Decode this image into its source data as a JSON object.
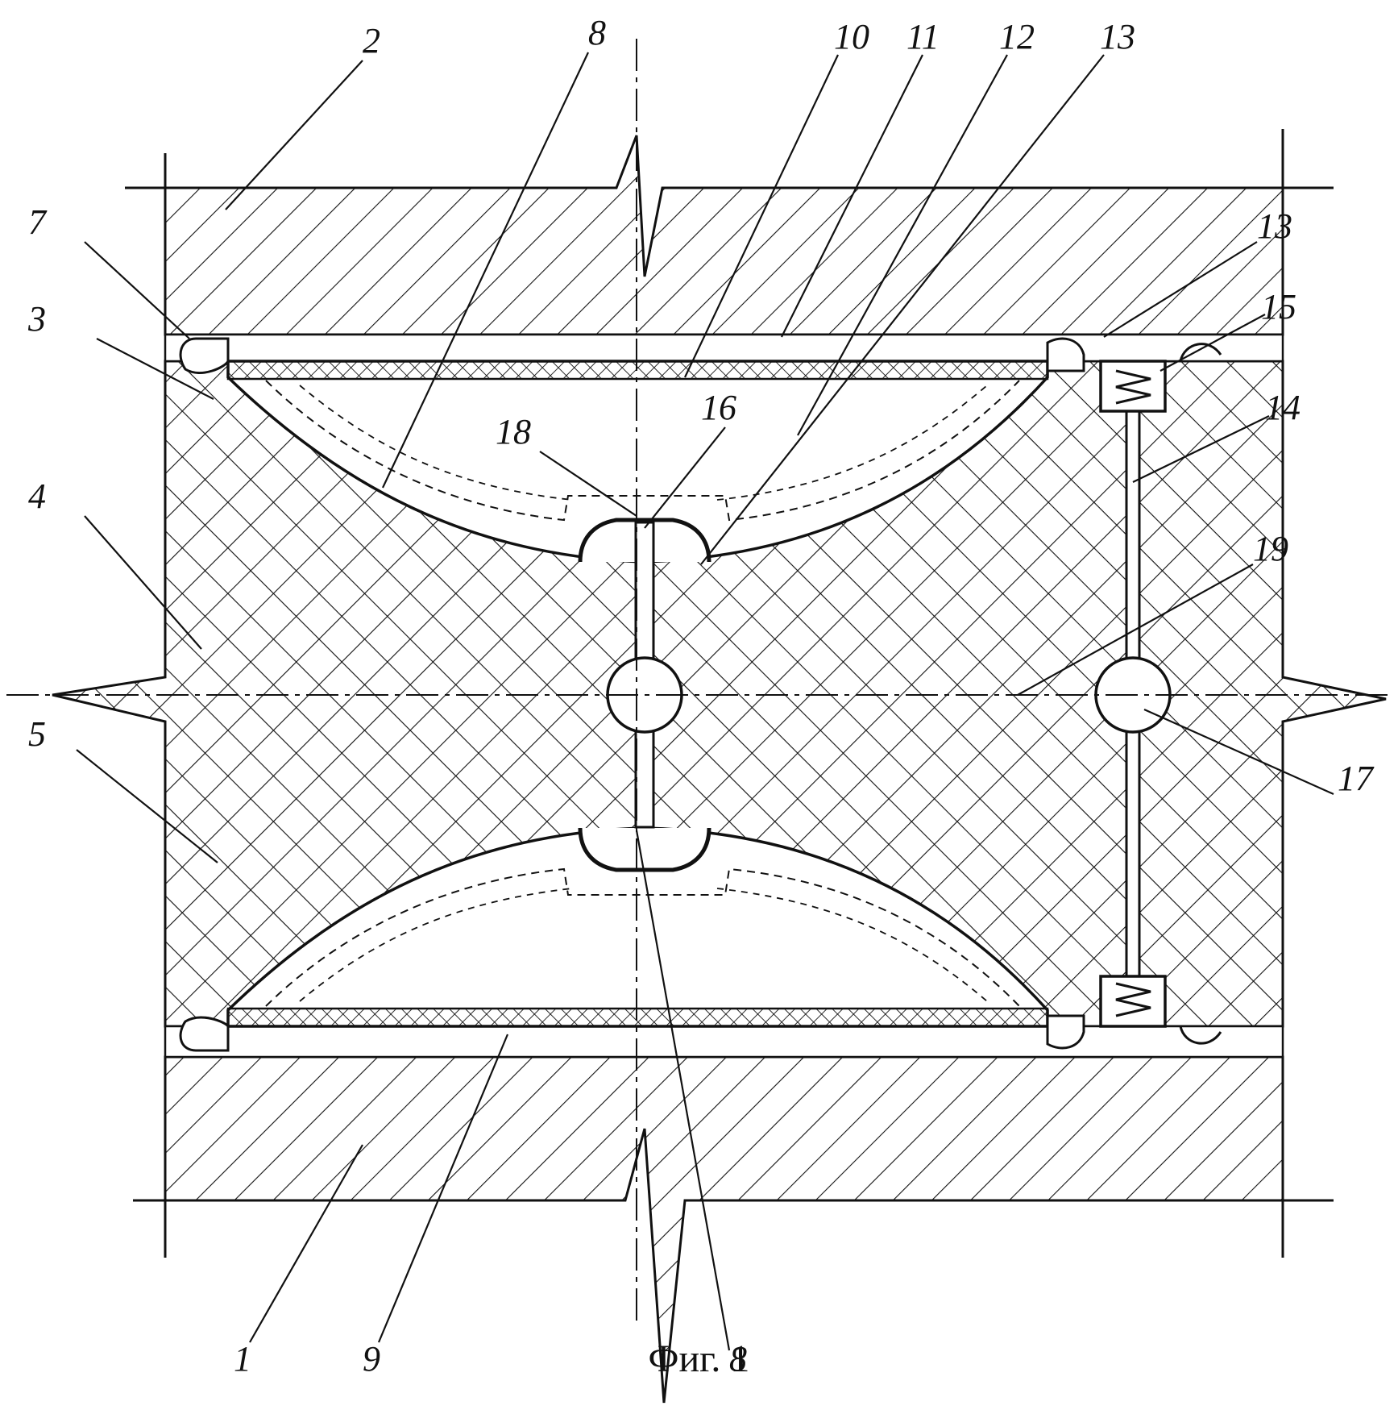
{
  "figure": {
    "caption": "Фиг. 1",
    "callouts": [
      {
        "id": "c1",
        "text": "1"
      },
      {
        "id": "c2",
        "text": "2"
      },
      {
        "id": "c3",
        "text": "3"
      },
      {
        "id": "c4",
        "text": "4"
      },
      {
        "id": "c5",
        "text": "5"
      },
      {
        "id": "c7",
        "text": "7"
      },
      {
        "id": "c8a",
        "text": "8"
      },
      {
        "id": "c8b",
        "text": "8"
      },
      {
        "id": "c9",
        "text": "9"
      },
      {
        "id": "c10",
        "text": "10"
      },
      {
        "id": "c11",
        "text": "11"
      },
      {
        "id": "c12",
        "text": "12"
      },
      {
        "id": "c13a",
        "text": "13"
      },
      {
        "id": "c13b",
        "text": "13"
      },
      {
        "id": "c14",
        "text": "14"
      },
      {
        "id": "c15",
        "text": "15"
      },
      {
        "id": "c16",
        "text": "16"
      },
      {
        "id": "c17",
        "text": "17"
      },
      {
        "id": "c18",
        "text": "18"
      },
      {
        "id": "c19",
        "text": "19"
      }
    ]
  },
  "colors": {
    "ink": "#111111",
    "paper": "#ffffff"
  }
}
